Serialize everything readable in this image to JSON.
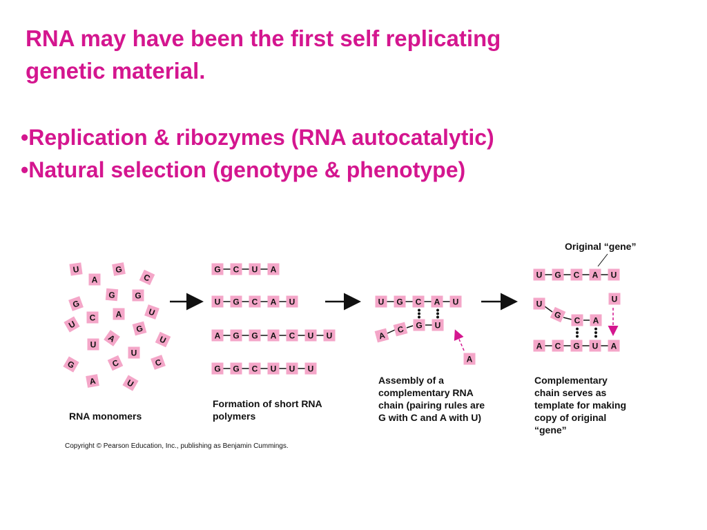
{
  "slide": {
    "title_line1": "RNA may have been the first self replicating",
    "title_line2": "genetic material.",
    "bullet1": "Replication & ribozymes (RNA autocatalytic)",
    "bullet2": "Natural selection (genotype & phenotype)"
  },
  "figure": {
    "tile_color": "#f4a6c8",
    "accent_color": "#d4168f",
    "monomers": [
      "U",
      "A",
      "G",
      "C",
      "G",
      "G",
      "G",
      "U",
      "C",
      "A",
      "U",
      "G",
      "U",
      "A",
      "U",
      "U",
      "G",
      "C",
      "C",
      "A",
      "U"
    ],
    "polymers": [
      [
        "G",
        "C",
        "U",
        "A"
      ],
      [
        "U",
        "G",
        "C",
        "A",
        "U"
      ],
      [
        "A",
        "G",
        "G",
        "A",
        "C",
        "U",
        "U"
      ],
      [
        "G",
        "G",
        "C",
        "U",
        "U",
        "U"
      ]
    ],
    "assembly": {
      "top_strand": [
        "U",
        "G",
        "C",
        "A",
        "U"
      ],
      "bottom_strand": [
        "A",
        "C",
        "G",
        "U"
      ],
      "free_monomer": "A"
    },
    "complement": {
      "gene_label": "Original “gene”",
      "top_strand": [
        "U",
        "G",
        "C",
        "A",
        "U"
      ],
      "peeling": [
        "U",
        "G",
        "C",
        "A"
      ],
      "free_monomer": "U",
      "bottom_strand": [
        "A",
        "C",
        "G",
        "U",
        "A"
      ]
    },
    "captions": {
      "monomers": [
        "RNA monomers"
      ],
      "polymers": [
        "Formation of short RNA",
        "polymers"
      ],
      "assembly": [
        "Assembly of a",
        "complementary RNA",
        "chain (pairing rules are",
        "G with C and A with U)"
      ],
      "complement": [
        "Complementary",
        "chain serves as",
        "template for making",
        "copy of original",
        "“gene”"
      ]
    },
    "copyright": "Copyright © Pearson Education, Inc., publishing as Benjamin Cummings."
  }
}
